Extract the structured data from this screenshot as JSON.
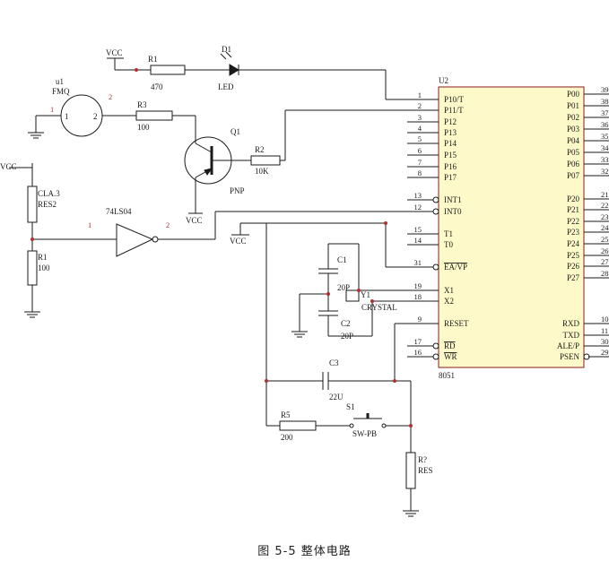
{
  "schematic": {
    "chip": {
      "ref": "U2",
      "part": "8051",
      "left_pins": [
        {
          "num": "1",
          "name": "P10/T"
        },
        {
          "num": "2",
          "name": "P11/T"
        },
        {
          "num": "3",
          "name": "P12"
        },
        {
          "num": "4",
          "name": "P13"
        },
        {
          "num": "5",
          "name": "P14"
        },
        {
          "num": "6",
          "name": "P15"
        },
        {
          "num": "7",
          "name": "P16"
        },
        {
          "num": "8",
          "name": "P17"
        },
        {
          "num": "13",
          "name": "INT1"
        },
        {
          "num": "12",
          "name": "INT0"
        },
        {
          "num": "15",
          "name": "T1"
        },
        {
          "num": "14",
          "name": "T0"
        },
        {
          "num": "31",
          "name": "EA/VP"
        },
        {
          "num": "19",
          "name": "X1"
        },
        {
          "num": "18",
          "name": "X2"
        },
        {
          "num": "9",
          "name": "RESET"
        },
        {
          "num": "17",
          "name": "RD"
        },
        {
          "num": "16",
          "name": "WR"
        }
      ],
      "right_pins": [
        {
          "num": "39",
          "name": "P00"
        },
        {
          "num": "38",
          "name": "P01"
        },
        {
          "num": "37",
          "name": "P02"
        },
        {
          "num": "36",
          "name": "P03"
        },
        {
          "num": "35",
          "name": "P04"
        },
        {
          "num": "34",
          "name": "P05"
        },
        {
          "num": "33",
          "name": "P06"
        },
        {
          "num": "32",
          "name": "P07"
        },
        {
          "num": "21",
          "name": "P20"
        },
        {
          "num": "22",
          "name": "P21"
        },
        {
          "num": "23",
          "name": "P22"
        },
        {
          "num": "24",
          "name": "P23"
        },
        {
          "num": "25",
          "name": "P24"
        },
        {
          "num": "26",
          "name": "P25"
        },
        {
          "num": "27",
          "name": "P26"
        },
        {
          "num": "28",
          "name": "P27"
        },
        {
          "num": "10",
          "name": "RXD"
        },
        {
          "num": "11",
          "name": "TXD"
        },
        {
          "num": "30",
          "name": "ALE/P"
        },
        {
          "num": "29",
          "name": "PSEN"
        }
      ]
    },
    "labels": {
      "vcc": "VCC",
      "r1_ref": "R1",
      "r1_val": "470",
      "d1_ref": "D1",
      "d1_val": "LED",
      "u1_ref": "u1",
      "u1_val": "FMQ",
      "u1_pin1a": "1",
      "u1_pin1b": "1",
      "u1_pin2a": "2",
      "u1_pin2b": "2",
      "r3_ref": "R3",
      "r3_val": "100",
      "q1_ref": "Q1",
      "q1_val": "PNP",
      "r2_ref": "R2",
      "r2_val": "10K",
      "cla_ref": "CLA.3",
      "cla_val": "RES2",
      "inv_ref": "74LS04",
      "inv_pin1": "1",
      "inv_pin2": "2",
      "r1b_ref": "R1",
      "r1b_val": "100",
      "c1_ref": "C1",
      "c1_val": "20P",
      "c2_ref": "C2",
      "c2_val": "20P",
      "y1_ref": "Y1",
      "y1_val": "CRYSTAL",
      "c3_ref": "C3",
      "c3_val": "22U",
      "r5_ref": "R5",
      "r5_val": "200",
      "s1_ref": "S1",
      "s1_val": "SW-PB",
      "r7_ref": "R?",
      "r7_val": "RES"
    },
    "caption": "图 5-5 整体电路"
  }
}
